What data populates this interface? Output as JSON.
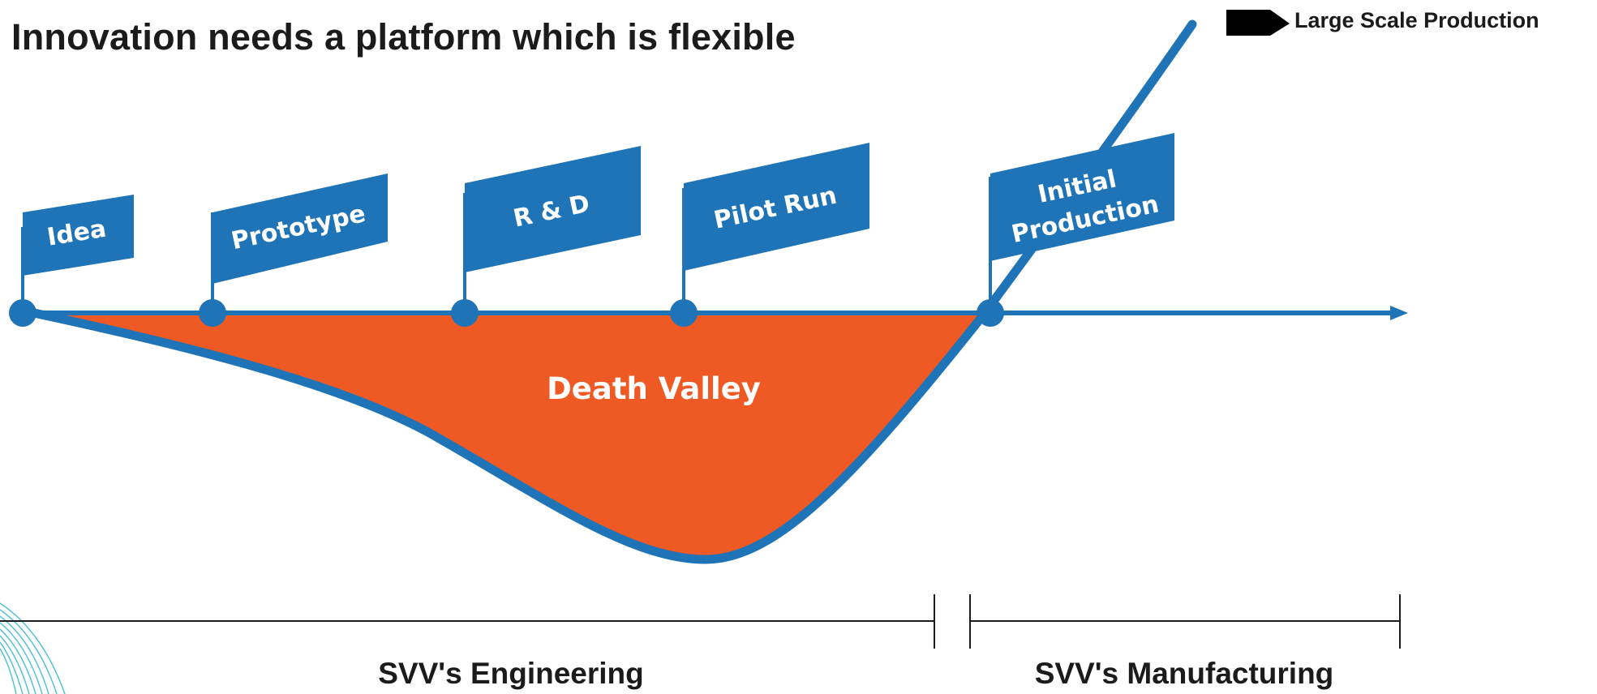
{
  "title": "Innovation needs a platform which is flexible",
  "end_label": "Large Scale Production",
  "valley_label": "Death Valley",
  "stages": [
    {
      "id": "idea",
      "label": "Idea"
    },
    {
      "id": "prototype",
      "label": "Prototype"
    },
    {
      "id": "rd",
      "label": "R & D"
    },
    {
      "id": "pilot",
      "label": "Pilot Run"
    },
    {
      "id": "initial",
      "label_line1": "Initial",
      "label_line2": "Production"
    }
  ],
  "phases": {
    "engineering": "SVV's Engineering",
    "manufacturing": "SVV's Manufacturing"
  },
  "colors": {
    "primary_blue": "#1f73b7",
    "valley_orange": "#ef5a24",
    "text_dark": "#1b1b1b",
    "teal_swirl": "#29b6c8"
  },
  "icons": [
    "arrow-right-icon",
    "pointer-arrow-icon",
    "flag-icon",
    "milestone-dot-icon",
    "swirl-decoration-icon"
  ]
}
